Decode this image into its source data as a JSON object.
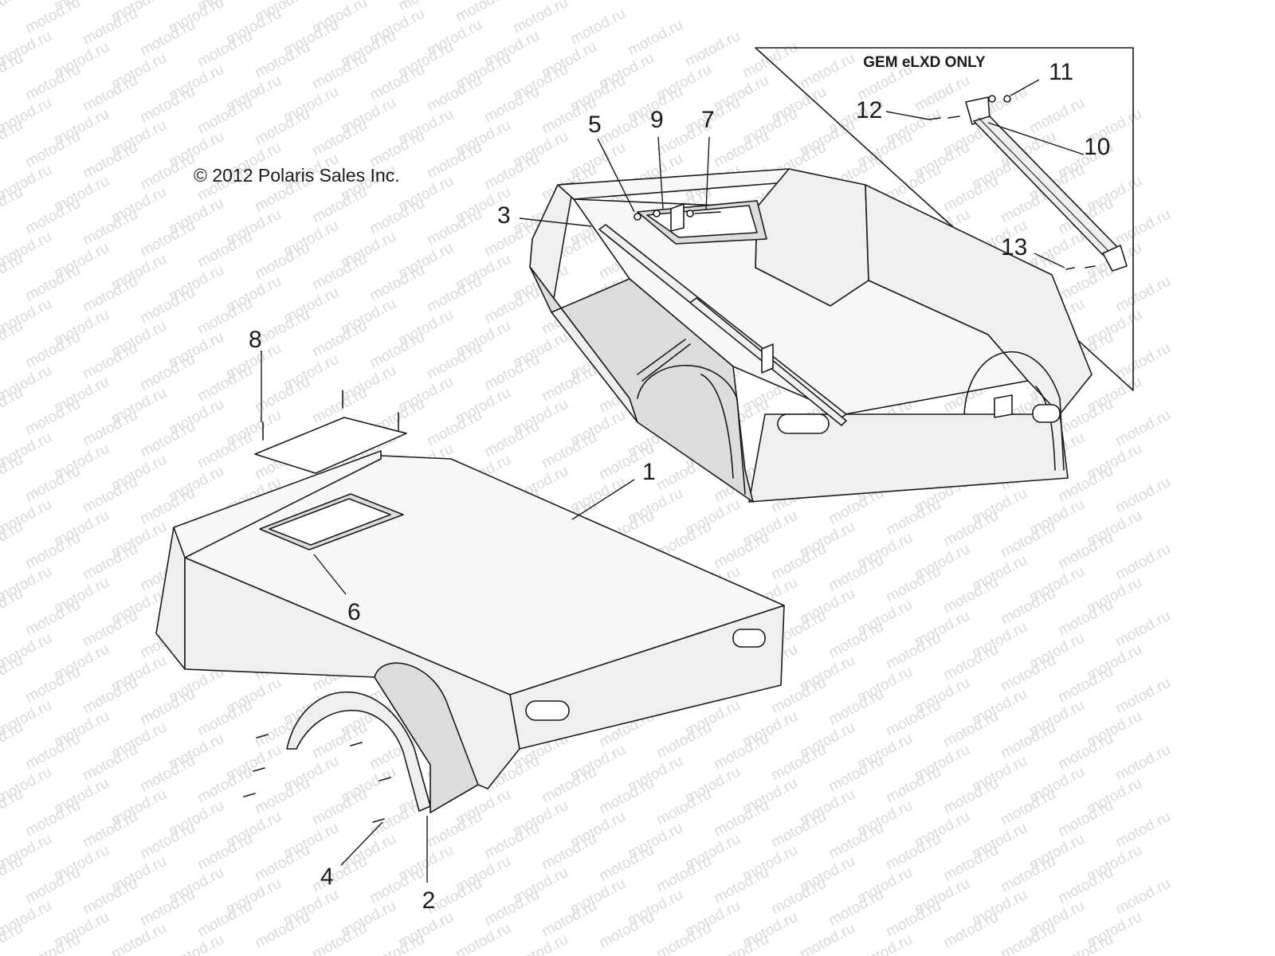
{
  "copyright": "© 2012 Polaris Sales Inc.",
  "watermark": "motod.ru",
  "inset": {
    "title": "GEM eLXD ONLY"
  },
  "callouts": [
    "1",
    "2",
    "3",
    "4",
    "5",
    "6",
    "7",
    "8",
    "9",
    "10",
    "11",
    "12",
    "13"
  ]
}
